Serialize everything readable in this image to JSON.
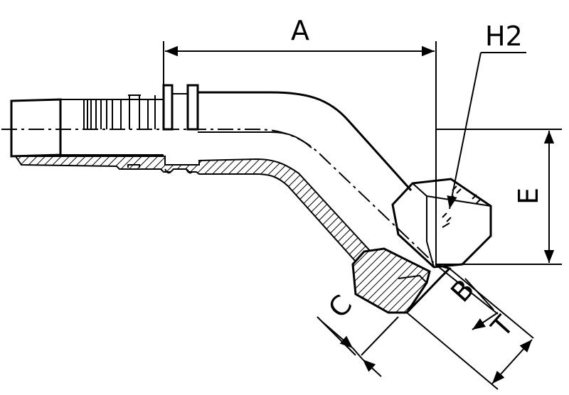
{
  "labels": {
    "a": "A",
    "h2": "H2",
    "e": "E",
    "b": "B",
    "t": "T",
    "c": "C"
  }
}
